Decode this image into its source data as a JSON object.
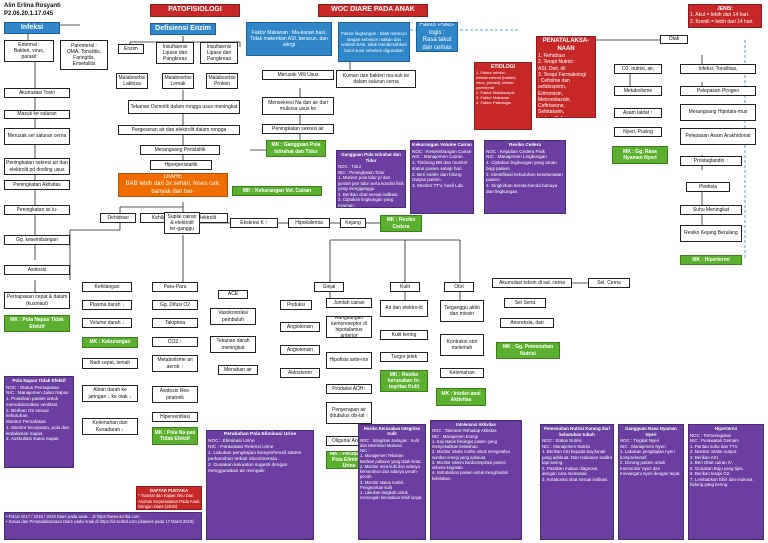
{
  "author": {
    "name": "Alin Erlina Rosyanti",
    "id": "P2.06.20.1.17.045"
  },
  "headers": {
    "patofisiologi": "PATOFISIOLOGI",
    "woc": "WOC DIARE PADA ANAK"
  },
  "jenis": {
    "title": "JENIS:",
    "text": "1. Akut = lebih dari 14 hari.\n2. Kronik = lebih dari 14 hari."
  },
  "penatalaksanaan": {
    "title": "PENATALAKSA-\nNAAN",
    "text": "1. Rehidrasi\n2. Terapi Nutrisi :\n   ASI, Diet, dll\n3. Terapi Farmakologi\n   : Cefixime dan\n   sefalosporin,\n   Eritromisin,\n   Metronidazole,\n   Ceftriaxone,\n   Sefotaksim,\n   kedua, Cefixime"
  },
  "etiologi": {
    "title": "ETIOLOGI",
    "text": "1. Faktor Infeksi :\n   Infeksi enteral (bakteri,\n   virus, parasit), infeksi\n   parenteral\n2. Faktor Malabsorpsi\n3. Faktor Makanan\n4. Faktor Psikologis"
  },
  "col1": {
    "infeksi": "Infeksi",
    "enteral": "Enternal :\nBakteri, virus, parasit",
    "parenteral": "Parenteral :\nOMA, Tonsilitis, Faringitis, Ensefalitis",
    "akumulasi": "Akumulasi Toxin",
    "masuk": "Masuk ke saluran",
    "merusak": "Merusak sel saluran cerna",
    "peningkatan_sekresi": "Peningkatan sekresi air dan elektrolit pd dinding usus",
    "aktivitas": "Peningkatan Aktivitas",
    "isi": "Peningkatan isi lu-",
    "gg": "Gg. keseimbangan",
    "asidosis": "Asidosis",
    "pernapasan": "Pernapasan cepat & dalam\n(kusmaul)",
    "mk_napas": "MK : Pola Napas Tidak Efektif",
    "kehilangan": "Kehilangan",
    "plasma": "Plasma darah ↓",
    "volume": "Volume darah ↓",
    "mk_kekurangan": "MK : Kekurangan",
    "nadi": "Nadi cepat, lemah",
    "aliran": "Aliran darah ke jaringan ↓ ke otak ↓",
    "kelemahan": "Kelemahan dan Kesadaran ↓"
  },
  "col2": {
    "defisiensi": "Defisiensi Enzim",
    "enzim": "Enzim",
    "insuf1": "Insufisiensi Lipase dan Pangkreas",
    "insuf2": "Insufisiensi Lipase dan Pangkreas",
    "malab1": "Malabsorbsi Laktosa",
    "malab2": "Malabsorbsi Lemak",
    "malab3": "Malabsorbsi Protein",
    "osmotik": "Tekanan Osmotik dalam rongga usus meningkat",
    "pergeseran": "Pergeseran air dan elektrolit dalam rongga",
    "peristaltik": "Merangsang Peristaltik",
    "hiper": "Hiperperistaltik",
    "diare": "DIARE\nBAB lebih dari 3x sehari, feses cair, banyak dan ber-",
    "kehilangan_cairan": "Kehilangan cair dan elektrolit",
    "dehidrasi": "Dehidrasi",
    "suplai": "Suplai cairan & elektrolit ter-ganggu",
    "paru": "Paru-Paru",
    "o2": "Gg. Difusi O2",
    "takipnea": "Takipnea",
    "co2": "CO2 ↑",
    "metabolisme": "Metabolisme an aerob ↑",
    "asidosis_res": "Asidosis Res-piratorik",
    "hiperventilasi": "Hiperventilasi",
    "mk_pola": "MK : Pola Na-pas Tidak Efektif",
    "ace": "ACE",
    "vaso": "Vasokontriksi pembuluh",
    "tekanan": "Tekanan darah meningkat",
    "menahan": "Menahan air"
  },
  "faktor": {
    "makanan": "Faktor Makanan : Ma-kanan basi, Tidak makerikan ASI, beracun, dan alergi",
    "lingkungan": "Faktor lingkungan : tidak mencuci tangan sebelum makan dan setelah BAB, tidak membersihkan botol susu sebelum digunakan",
    "psikologi": "Faktor Psiko-logis :\nRasa takut dan cemas",
    "vili": "Merusak Villi Usus",
    "kuman": "Kuman dan bakteri ma-suk ke dalam saluran cerna",
    "mensekresi": "Mensekresi Na dan air dari mukosa usus ke",
    "sekresi": "Peningkatan sekresi air"
  },
  "mid": {
    "mk_gangguan": "MK : Gangguan Pola Istirahat dan Tidur",
    "mk_kekurangan_vol": "MK : Kekurangan Vol. Cairan",
    "ekskresi": "Ekskresi K ↑",
    "hipokalemia": "Hipokalemia",
    "kejang": "Kejang",
    "mk_cedera": "MK : Resiko Cedera",
    "ginjal": "Ginjal",
    "poduksi": "Poduksi",
    "angiotensin1": "Angiotensin",
    "angiotensin2": "Angiotensin",
    "aldosteron": "Aldosteron",
    "jumlah": "Jumlah cairan",
    "rangsangan": "Rangsangan kemoreseptor di hipotalamus anterior",
    "hipofisis": "Hipofisis ante-rior",
    "produksi_adh": "Produksi ADH↑",
    "penyerapan": "Penyerapan air ditubulus dis-tal ↑",
    "oliguria": "Oliguria/ Anuria",
    "mk_eliminasi": "MK : Perubahan Pola Eliminasi Urine",
    "kulit": "Kulit",
    "air_elektrolit": "Air dan elektro-lit",
    "kulit_kering": "Kulit kering",
    "turgor": "Turgor jelek",
    "mk_integritas": "MK : Resiko kerusakan In-tegritas Kulit",
    "otot": "Otot",
    "terganggu": "Terganggu aktin dan miosin",
    "kontraksi": "Kontraksi otot melemah",
    "kelemahan_otot": "Kelemahan",
    "mk_intoleransi": "MK : Intoler-ansi Aktivitas"
  },
  "right": {
    "otak": "Otak",
    "o2_nutrisi": "O2, nutrisi, air,",
    "metabolisme": "Metabolisme",
    "asam_laktat": "Asam laktat ↑",
    "nyeri": "Nyeri, Pusing",
    "mk_nyeri": "MK : Gg. Rasa Nyaman Nyeri",
    "infeksi_tons": "Infeksi, Tonsilitas,",
    "pirogen": "Pelepasan Pirogen",
    "hipotalamus": "Merangsang Hipotala-mus",
    "arakhidonat": "Pelepasan Asam Arakhidonat",
    "prostaglandin": "Prostaglandin ↑",
    "pireksia": "Pireksia",
    "suhu": "Suhu Meningkat",
    "resiko_kejang": "Resiko Kejang Berulang",
    "mk_hipertermi": "MK : Hipertermi",
    "sel_cerna": "Sel. Cerna",
    "akumulasi_sel": "Akumulasi toksin di sal. cerna",
    "sel_serta": "Sel Serta",
    "anoreksia": "Anoreksia, dan",
    "mk_nutrisi": "MK : Gg. Pemenuhan Nutrisi"
  },
  "nursing": {
    "kekurangan_vol": {
      "title": "Kekurangan Volume Cairan",
      "text": "NOC : Keseimbangan Cairan\nNIC : Manajemen Cairan\n1. Timbang BB dan monitor status pasien setiap hari.\n2. Beri intake dan hitung Output pasien.\n3. Monitor TTV, hasil Lab."
    },
    "resiko_cedera": {
      "title": "Resiko Cedera",
      "text": "NOC : Kejadian Cedera Fisik\nNIC : Manajemen Lingkungan\n1. Ciptakan lingkungan yang aman bagi pasien.\n2. Identifikasi kebutuhan keselamatan pasien.\n3. Singkirkan benda-benda bahaya dari lingkungan."
    },
    "gangguan_pola": {
      "title": "Gangguan Pola Istirahat dan Tidur",
      "text": "NOC : Tidur\nNIC : Peningkatan Tidur\n1. Monitor pola tidur p/ dan jumlah jam tidur serta kondisi fisik yang mengganggu.\n2. Berikan obat sesuai indikasi.\n3. Ciptakan lingkungan yang nyaman."
    },
    "pola_napas": {
      "title": "Pola Napas Tidak Efektif",
      "text": "NOC : Status Pernapasan\nNIC : Manajemen Jalan Napas\n1. Posisikan pasien untuk memaksimalkan ventilasi.\n2. Berikan O2 sesuai kebutuhan.\nMonitor Pernafasan\n1. Monitor kecepatan, pola dan kedalaman napas.\n2. Auskultasi suara napas."
    },
    "eliminasi_urine": {
      "title": "Perubahan Pola Eliminasi Urine",
      "text": "NOC : Eliminasi Urine\nNIC : Perawatan Retensi Urine\n1. Lakukan pengkajian komprehensif sistem perkemihan terkait inkontinensia.\n2. Gunakan kekuatan sugesti dengan menggunakan air mengalir."
    },
    "integritas": {
      "title": "Resiko Kerusakan Integritas Kulit",
      "text": "NOC : Integritas Jaringan : Kulit dan Membran Mukosa\nNIC :\n1. Manajemen Tekanan\n   Berikan pakaian yang tidak ketat.\n2. Monitor area kulit dan adanya kemerahan dan adanya pecah-pecah.\n3. Monitor status nutrisi.\nPengecekan kulit\n1. Lakukan langkah untuk mencegah kerusakan lebih lanjut."
    },
    "intoleransi": {
      "title": "Intoleransi Aktivitas",
      "text": "NOC : Toleransi Terhadap Aktivitas\nNIC : Manajemen Energi\n1. Kaji status fisiologis pasien yang menyebabkan kelelahan.\n2. Monitor intake nutrisi untuk mengetahui sumber energi yang adekuat.\n3. Monitor sistem kardiorespirasi pasien selama kegiatan.\n4. Instruksikan pasien untuk menghindari kelelahan."
    },
    "nutrisi": {
      "title": "Pemenuhan Nutrisi Kurang dari kebutuhan tubuh",
      "text": "NOC : Status Nutrisi\nNIC : Manajemen Nutrisi\n1. Berikan ASI kepada bayi/anak yang adekuat. Dan makanan sedikit tapi sering.\n2. Pastikan makan diagnosa dengan cara memasak.\n3. Kolaborasi obat sesuai indikasi."
    },
    "nyeri": {
      "title": "Gangguan Rasa Nyaman Nyeri",
      "text": "NOC : Tingkat Nyeri\nNIC : Manajemen Nyeri\n1. Lakukan pengkajian nyeri komprehensif.\n2. Dorong pasien untuk memonitor nyeri dan menangani nyeri dengan tepat."
    },
    "hipertermi": {
      "title": "Hipertermi",
      "text": "NOC : Termoregulasi\nNIC : Perawatan Demam\n1. Pantau suhu dan TTV.\n2. Monitor intake output.\n3. Berikan ASI.\n4. Beri Obat cairan IV.\n5. Gunakan Baju yang tipis.\n6. Berikan terapi O2.\n7. Lembabkan bibir dan mukosa hidung yang kering."
    }
  },
  "pustaka": {
    "title": "DAFTAR PUSTAKA",
    "text": "* Tutorial dan Kajian Ilmu Dan Asuhan Keperawatan Pada Anak Dengan Diare (2019)"
  },
  "footer": "• Fiscal 2017 / 2018 / 2019 Diare pada anak... di https://www.scribd.com\n• Kasus dan Penatalaksanaan Diare pada Anak di https://id.scribd.com (diakses pada 17 Maret 2019)"
}
